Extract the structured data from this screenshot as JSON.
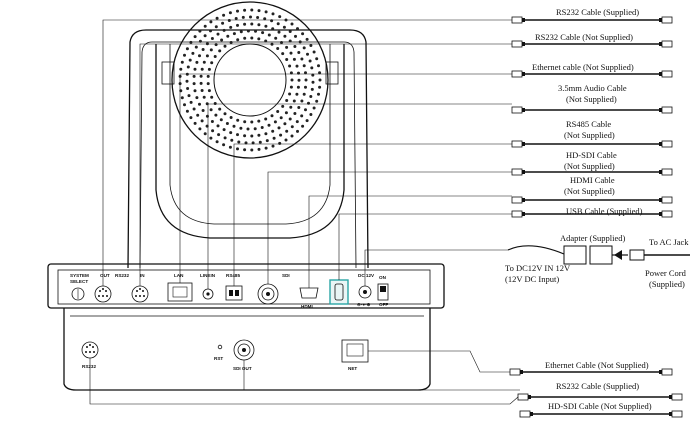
{
  "cable_labels": {
    "rs232_supplied": "RS232 Cable (Supplied)",
    "rs232_not_supplied": "RS232 Cable (Not Supplied)",
    "ethernet_not_supplied": "Ethernet cable (Not Supplied)",
    "audio_line1": "3.5mm Audio Cable",
    "audio_line2": "(Not Supplied)",
    "rs485_line1": "RS485 Cable",
    "rs485_line2": "(Not Supplied)",
    "hdsdi_line1": "HD-SDI Cable",
    "hdsdi_line2": "(Not Supplied)",
    "hdmi_line1": "HDMI Cable",
    "hdmi_line2": "(Not Supplied)",
    "usb_supplied": "USB Cable (Supplied)",
    "adapter_supplied": "Adapter (Supplied)",
    "to_ac_jack": "To AC Jack",
    "power_cord_line1": "Power Cord",
    "power_cord_line2": "(Supplied)",
    "to_dc_line1": "To DC12V IN 12V",
    "to_dc_line2": "(12V DC Input)",
    "bottom_ethernet": "Ethernet Cable (Not Supplied)",
    "bottom_rs232": "RS232 Cable (Supplied)",
    "bottom_hdsdi": "HD-SDI Cable (Not Supplied)"
  },
  "panel_labels": {
    "system_select_1": "SYSTEM",
    "system_select_2": "SELECT",
    "out": "OUT",
    "rs232": "RS232",
    "in": "IN",
    "lan": "LAN",
    "linein": "LINEIN",
    "rs485": "RS485",
    "sdi": "SDI",
    "hdmi": "HDMI",
    "dc12v": "DC 12V",
    "on": "ON",
    "off": "OFF",
    "rs232_lower": "RS232",
    "rst": "RST",
    "sdi_out": "SDI OUT",
    "net": "NET"
  }
}
